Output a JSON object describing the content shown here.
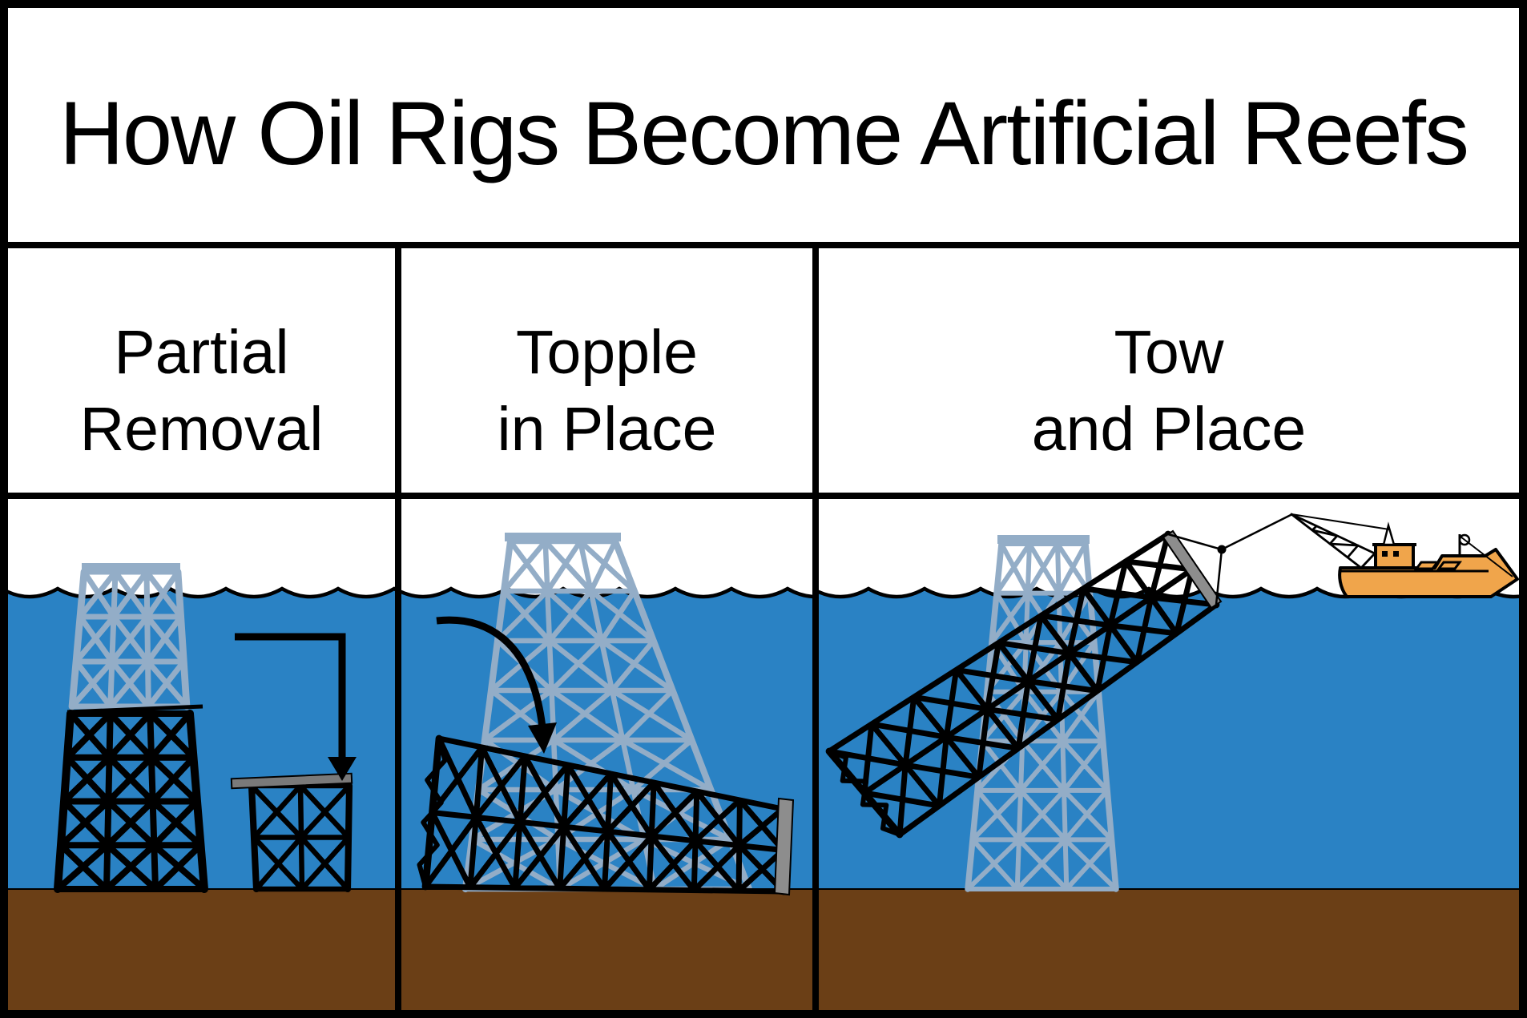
{
  "title": "How Oil Rigs Become Artificial Reefs",
  "panels": [
    {
      "id": "partial-removal",
      "label_lines": [
        "Partial",
        "Removal"
      ],
      "scene_icons": [
        "removed-top-section-ghost-rig-icon",
        "remaining-rig-base-icon",
        "cut-stub-with-cap-icon",
        "down-arrow-icon",
        "waterline-waves-icon",
        "seafloor-icon"
      ]
    },
    {
      "id": "topple-in-place",
      "label_lines": [
        "Topple",
        "in Place"
      ],
      "scene_icons": [
        "original-position-ghost-rig-icon",
        "toppled-rig-icon",
        "curved-topple-arrow-icon",
        "waterline-waves-icon",
        "seafloor-icon"
      ]
    },
    {
      "id": "tow-and-place",
      "label_lines": [
        "Tow",
        "and Place"
      ],
      "scene_icons": [
        "original-position-ghost-rig-icon",
        "towed-rig-on-cable-icon",
        "crane-barge-icon",
        "crane-boom-icon",
        "tow-cables-icon",
        "waterline-waves-icon",
        "seafloor-icon"
      ]
    }
  ],
  "colors": {
    "border": "#000000",
    "sky": "#ffffff",
    "water": "#2a82c4",
    "seafloor": "#6b3f16",
    "ghost_rig": "#93adc7",
    "rig": "#000000",
    "plate_gray": "#8d8d8d",
    "stub_cap_gray": "#7a7a7a",
    "ship_hull": "#f0a54b",
    "linework": "#000000"
  }
}
